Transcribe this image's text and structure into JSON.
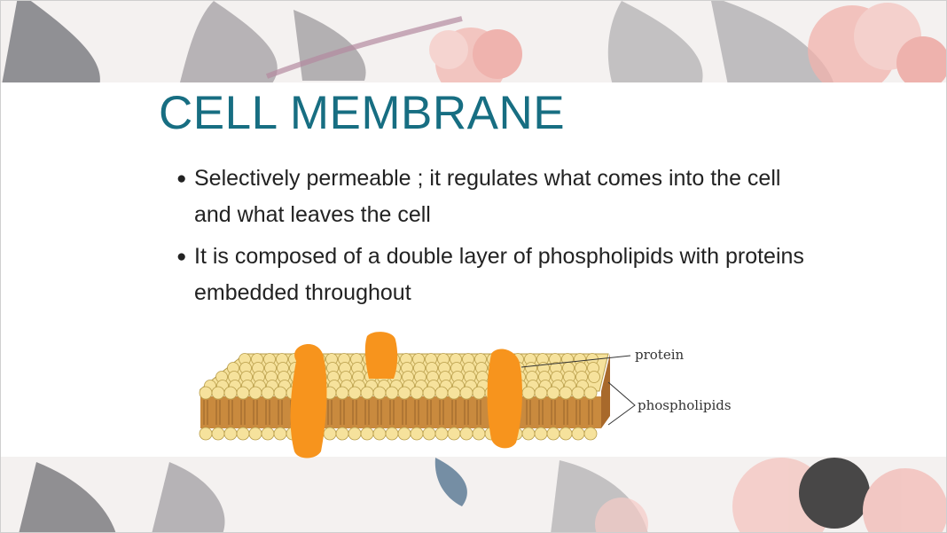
{
  "slide": {
    "title": "CELL MEMBRANE",
    "bullets": [
      "Selectively permeable ; it regulates what comes into the cell and what leaves the cell",
      "It is composed of a double layer of phospholipids with proteins embedded throughout"
    ],
    "bullet_symbol": "●"
  },
  "diagram": {
    "labels": {
      "protein": "protein",
      "phospholipids": "phospholipids"
    }
  },
  "colors": {
    "title": "#176e82",
    "protein": "#f7941d",
    "phospholipid_head": "#f6e29c",
    "lipid_tail": "#c98a3e"
  }
}
